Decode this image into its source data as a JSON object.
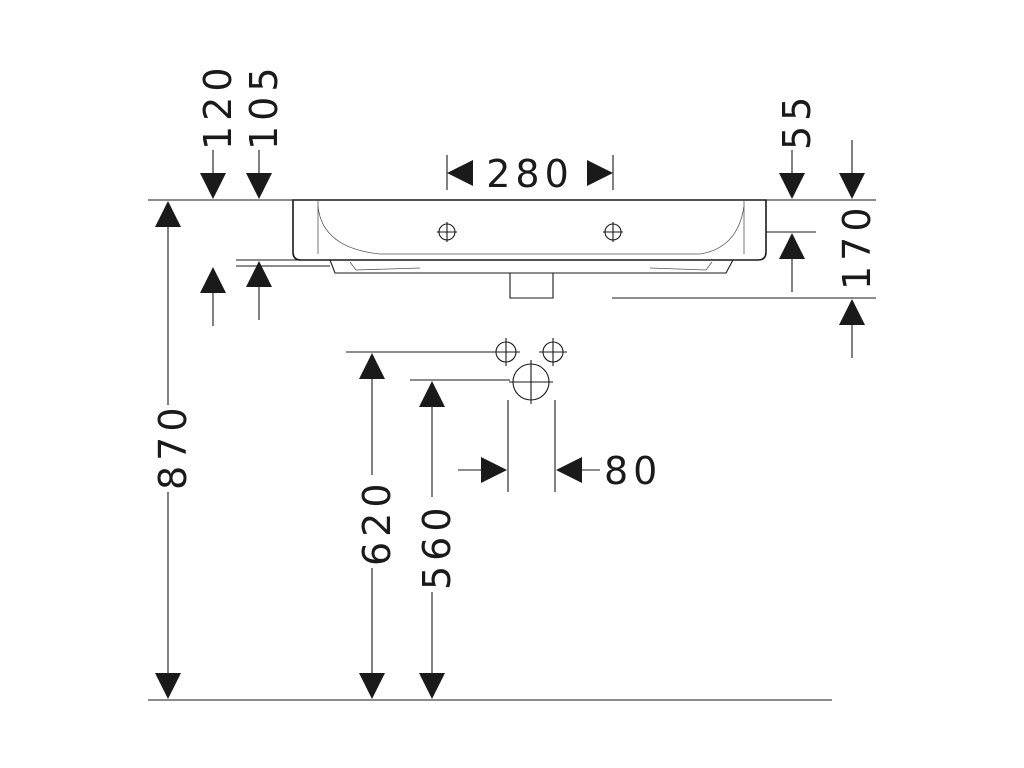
{
  "dimensions": {
    "d120": "120",
    "d105": "105",
    "d280": "280",
    "d55": "55",
    "d170": "170",
    "d870": "870",
    "d620": "620",
    "d560": "560",
    "d80": "80"
  }
}
